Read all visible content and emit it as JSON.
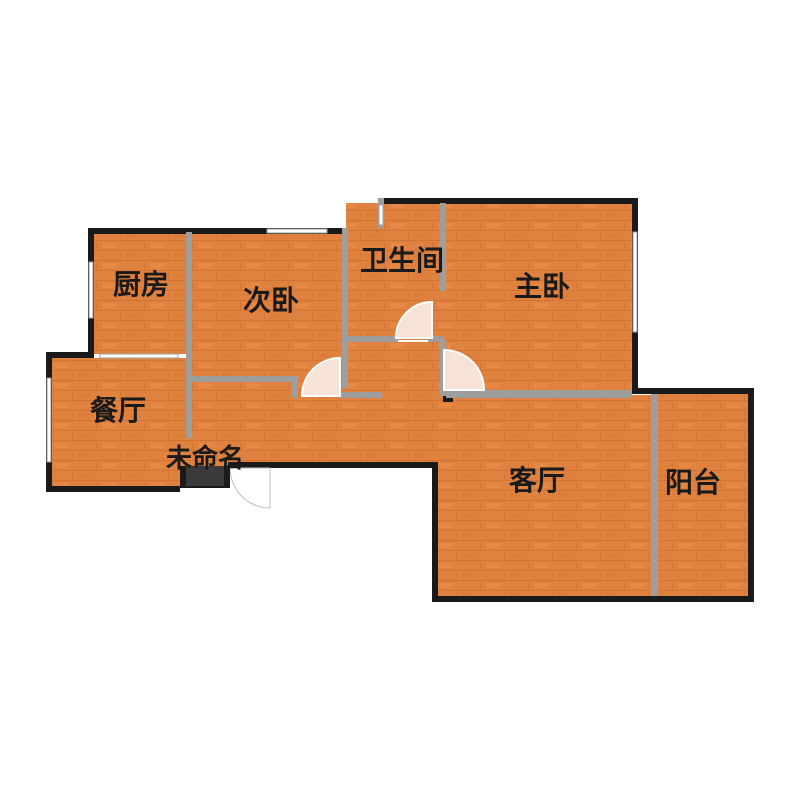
{
  "rooms": {
    "kitchen": "厨房",
    "second_bedroom": "次卧",
    "bathroom": "卫生间",
    "master_bedroom": "主卧",
    "dining_room": "餐厅",
    "unnamed": "未命名",
    "living_room": "客厅",
    "balcony": "阳台"
  },
  "colors": {
    "floor": "#e0823f",
    "floor_stripe": "#d4712f",
    "wall_outer": "#1a1a1a",
    "wall_inner": "#9e9e9e",
    "window": "#ffffff",
    "door_arc": "#f6e2d6"
  }
}
